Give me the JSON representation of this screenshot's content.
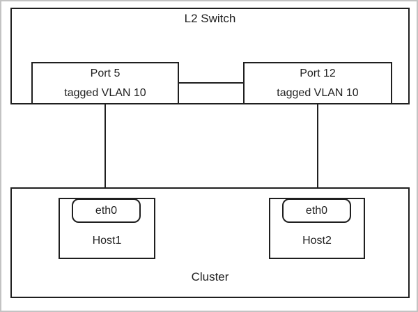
{
  "colors": {
    "background": "#ffffff",
    "outer_frame": "#c3c3c3",
    "box_border": "#1f1f1f",
    "text": "#1f1f1f"
  },
  "switch": {
    "label": "L2 Switch",
    "ports": [
      {
        "label": "Port 5",
        "sublabel": "tagged VLAN 10"
      },
      {
        "label": "Port 12",
        "sublabel": "tagged VLAN 10"
      }
    ]
  },
  "cluster": {
    "label": "Cluster",
    "hosts": [
      {
        "name": "Host1",
        "interface": "eth0"
      },
      {
        "name": "Host2",
        "interface": "eth0"
      }
    ]
  },
  "links": [
    {
      "from": "Port 5",
      "to": "Port 12",
      "type": "switch-internal"
    },
    {
      "from": "Port 5",
      "to": "Host1 eth0",
      "type": "cable"
    },
    {
      "from": "Port 12",
      "to": "Host2 eth0",
      "type": "cable"
    }
  ]
}
